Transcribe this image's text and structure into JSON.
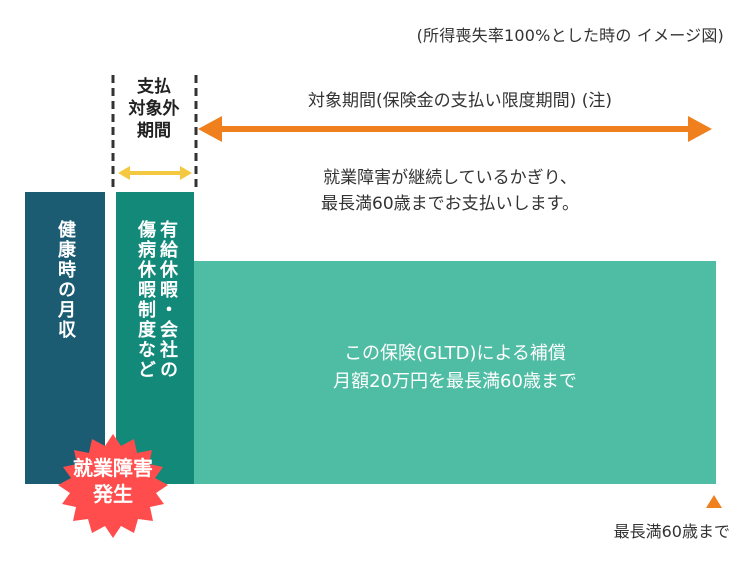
{
  "caption": "(所得喪失率100%とした時の イメージ図)",
  "unpaid_box_label": "支払\n対象外\n期間",
  "coverage_period_label": "対象期間(保険金の支払い限度期間) (注)",
  "continuation_text": "就業障害が継続しているかぎり、\n最長満60歳までお支払いします。",
  "healthy_income_label": "健康時の月収",
  "paid_leave_label": "有給休暇・会社の\n傷病休暇制度など",
  "gltd_text": "この保険(GLTD)による補償\n月額20万円を最長満60歳まで",
  "onset_label": "就業障害\n発生",
  "end_marker_label": "最長満60歳まで",
  "colors": {
    "healthy_bar": "#1b5c73",
    "paid_leave_bar": "#13897a",
    "gltd_bar": "#4fbca4",
    "coverage_arrow": "#f07f1e",
    "unpaid_arrow": "#f5c842",
    "onset_burst": "#ff4d4d"
  }
}
